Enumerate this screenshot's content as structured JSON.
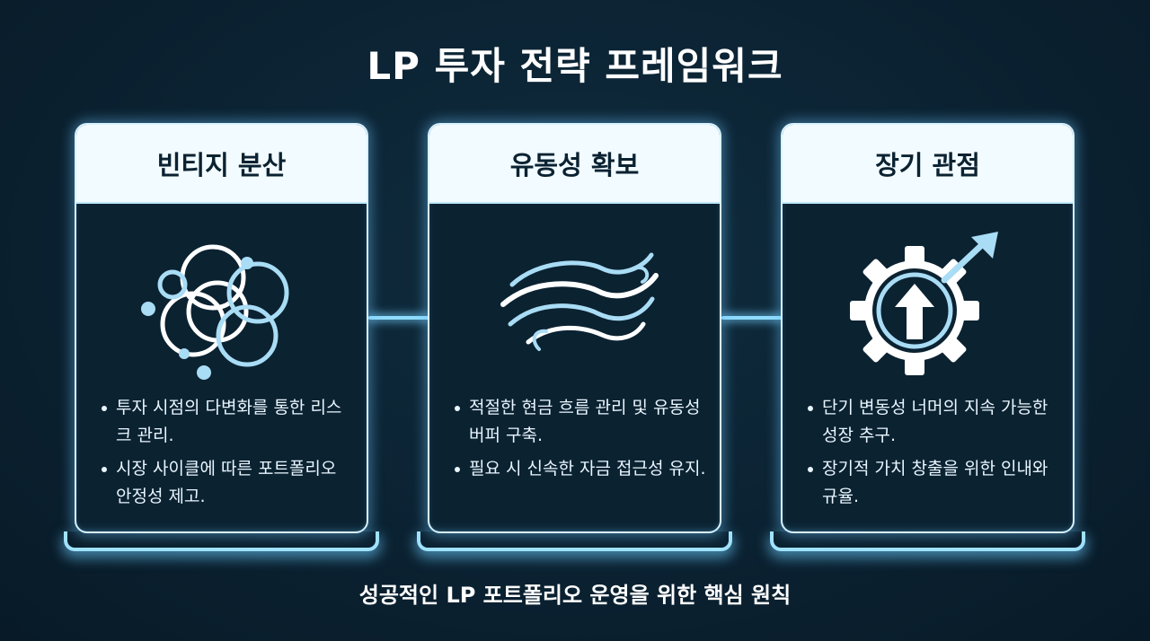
{
  "title": "LP 투자 전략 프레임워크",
  "cards": [
    {
      "header": "빈티지 분산",
      "icon": "overlapping-circles-icon",
      "bullets": [
        "투자 시점의 다변화를 통한 리스크 관리.",
        "시장 사이클에 따른 포트폴리오 안정성 제고."
      ]
    },
    {
      "header": "유동성 확보",
      "icon": "flowing-waves-icon",
      "bullets": [
        "적절한 현금 흐름 관리 및 유동성 버퍼 구축.",
        "필요 시 신속한 자금 접근성 유지."
      ]
    },
    {
      "header": "장기 관점",
      "icon": "gear-growth-arrow-icon",
      "bullets": [
        "단기 변동성 너머의 지속 가능한 성장 추구.",
        "장기적 가치 창출을 위한 인내와 규율."
      ]
    }
  ],
  "footer": "성공적인 LP 포트폴리오 운영을 위한 핵심 원칙",
  "colors": {
    "background": "#0b2232",
    "accent_glow": "#8fdcff",
    "header_fill": "#f2fbff",
    "text_dark": "#0b2231",
    "text_light": "#e9f6ff"
  }
}
